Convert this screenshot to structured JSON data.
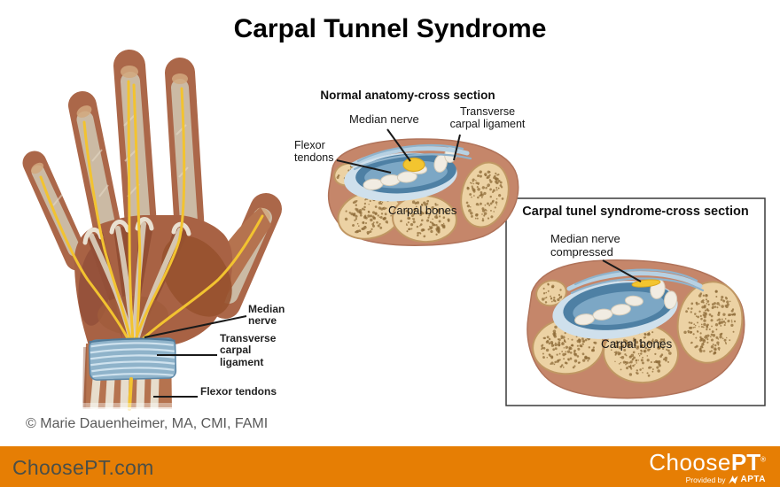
{
  "page": {
    "title": "Carpal Tunnel Syndrome"
  },
  "hand_figure": {
    "labels": {
      "median_nerve": "Median nerve",
      "transverse_carpal_ligament": "Transverse carpal ligament",
      "flexor_tendons": "Flexor tendons"
    }
  },
  "normal_cross_section": {
    "title": "Normal anatomy-cross section",
    "labels": {
      "median_nerve": "Median nerve",
      "transverse_carpal_ligament": "Transverse carpal ligament",
      "flexor_tendons": "Flexor tendons",
      "carpal_bones": "Carpal bones"
    }
  },
  "syndrome_cross_section": {
    "title": "Carpal tunel syndrome-cross section",
    "labels": {
      "median_nerve_compressed": "Median nerve compressed",
      "carpal_bones": "Carpal bones"
    }
  },
  "credit": "© Marie Dauenheimer, MA, CMI, FAMI",
  "footer": {
    "site": "ChoosePT.com",
    "logo": {
      "choose": "Choose",
      "pt": "PT",
      "mark": "®"
    },
    "provided_by": "Provided by",
    "apta": "APTA"
  },
  "colors": {
    "footer_bar": "#E67E04",
    "footer_text": "#4B4F48",
    "nerve_yellow": "#F2C330",
    "tunnel_blue": "#4E80A4",
    "ligament_light_blue": "#B6D1E3",
    "skin": "#C5866A",
    "bone": "#ECD2A4"
  }
}
